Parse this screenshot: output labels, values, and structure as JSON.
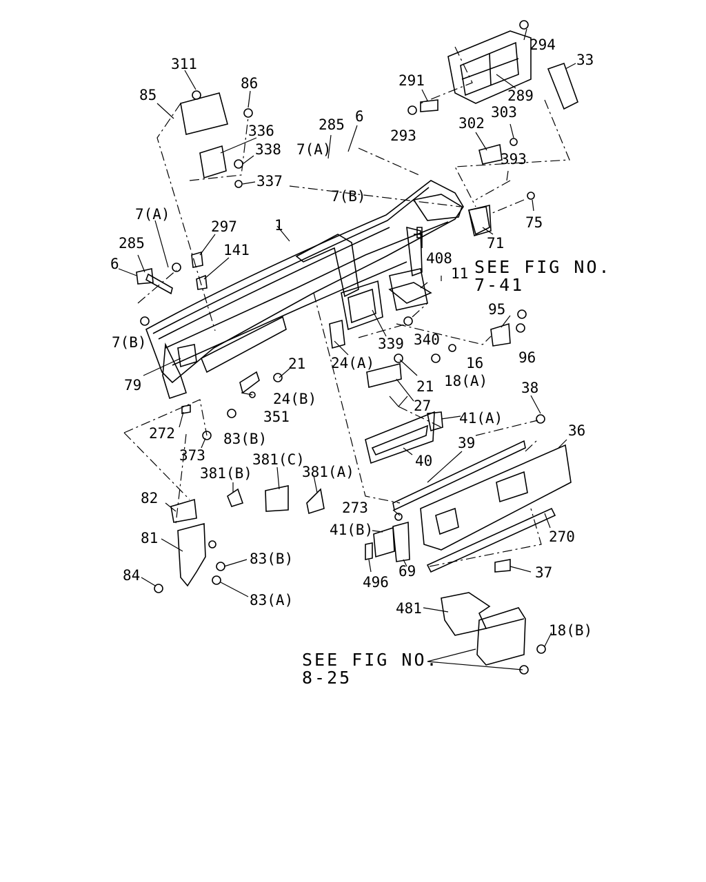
{
  "diagram": {
    "callouts": {
      "c311": "311",
      "c86": "86",
      "c85": "85",
      "c336": "336",
      "c338": "338",
      "c337": "337",
      "c294": "294",
      "c33": "33",
      "c291": "291",
      "c289": "289",
      "c293": "293",
      "c302": "302",
      "c303": "303",
      "c393": "393",
      "c75": "75",
      "c71": "71",
      "c285a": "285",
      "c6a": "6",
      "c7a_top": "7(A)",
      "c7b_top": "7(B)",
      "c7a_left": "7(A)",
      "c285b": "285",
      "c6b": "6",
      "c297": "297",
      "c1": "1",
      "c141": "141",
      "c408": "408",
      "c11": "11",
      "c95": "95",
      "c96": "96",
      "c340": "340",
      "c16": "16",
      "c339": "339",
      "c24a": "24(A)",
      "c18a": "18(A)",
      "c21a": "21",
      "c21b": "21",
      "c27": "27",
      "c7b_left": "7(B)",
      "c79": "79",
      "c24b": "24(B)",
      "c351": "351",
      "c272": "272",
      "c83b_top": "83(B)",
      "c373": "373",
      "c38": "38",
      "c41a": "41(A)",
      "c36": "36",
      "c39": "39",
      "c40": "40",
      "c381b": "381(B)",
      "c381c": "381(C)",
      "c381a": "381(A)",
      "c82": "82",
      "c273": "273",
      "c41b": "41(B)",
      "c270": "270",
      "c81": "81",
      "c83b_bottom": "83(B)",
      "c69": "69",
      "c37": "37",
      "c84": "84",
      "c496": "496",
      "c83a": "83(A)",
      "c481": "481",
      "c18b": "18(B)"
    },
    "refs": {
      "fig741_line1": "SEE FIG NO.",
      "fig741_line2": "7-41",
      "fig825_line1": "SEE FIG NO.",
      "fig825_line2": "8-25"
    }
  }
}
